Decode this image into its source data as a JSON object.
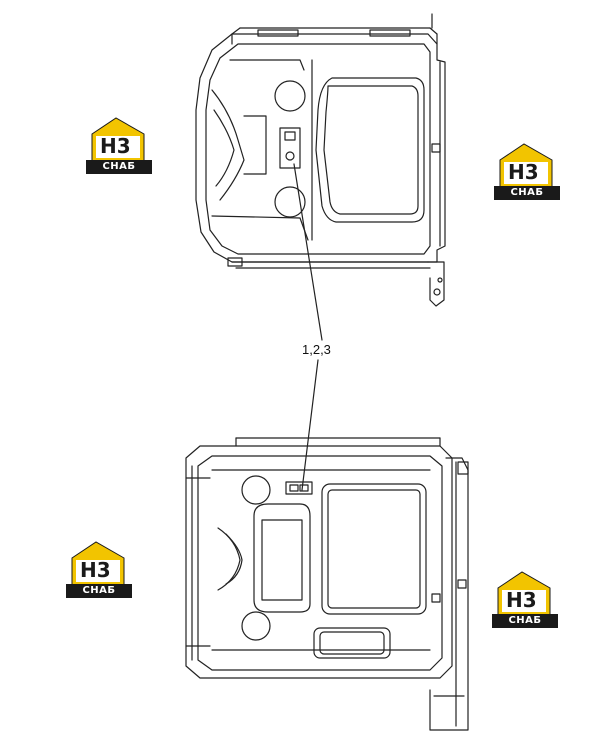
{
  "callout": {
    "label": "1,2,3"
  },
  "logo": {
    "letters": "H3",
    "badge": "СНАБ",
    "accent": "#F2C400",
    "dark": "#1A1A1A"
  },
  "colors": {
    "line": "#222222"
  }
}
